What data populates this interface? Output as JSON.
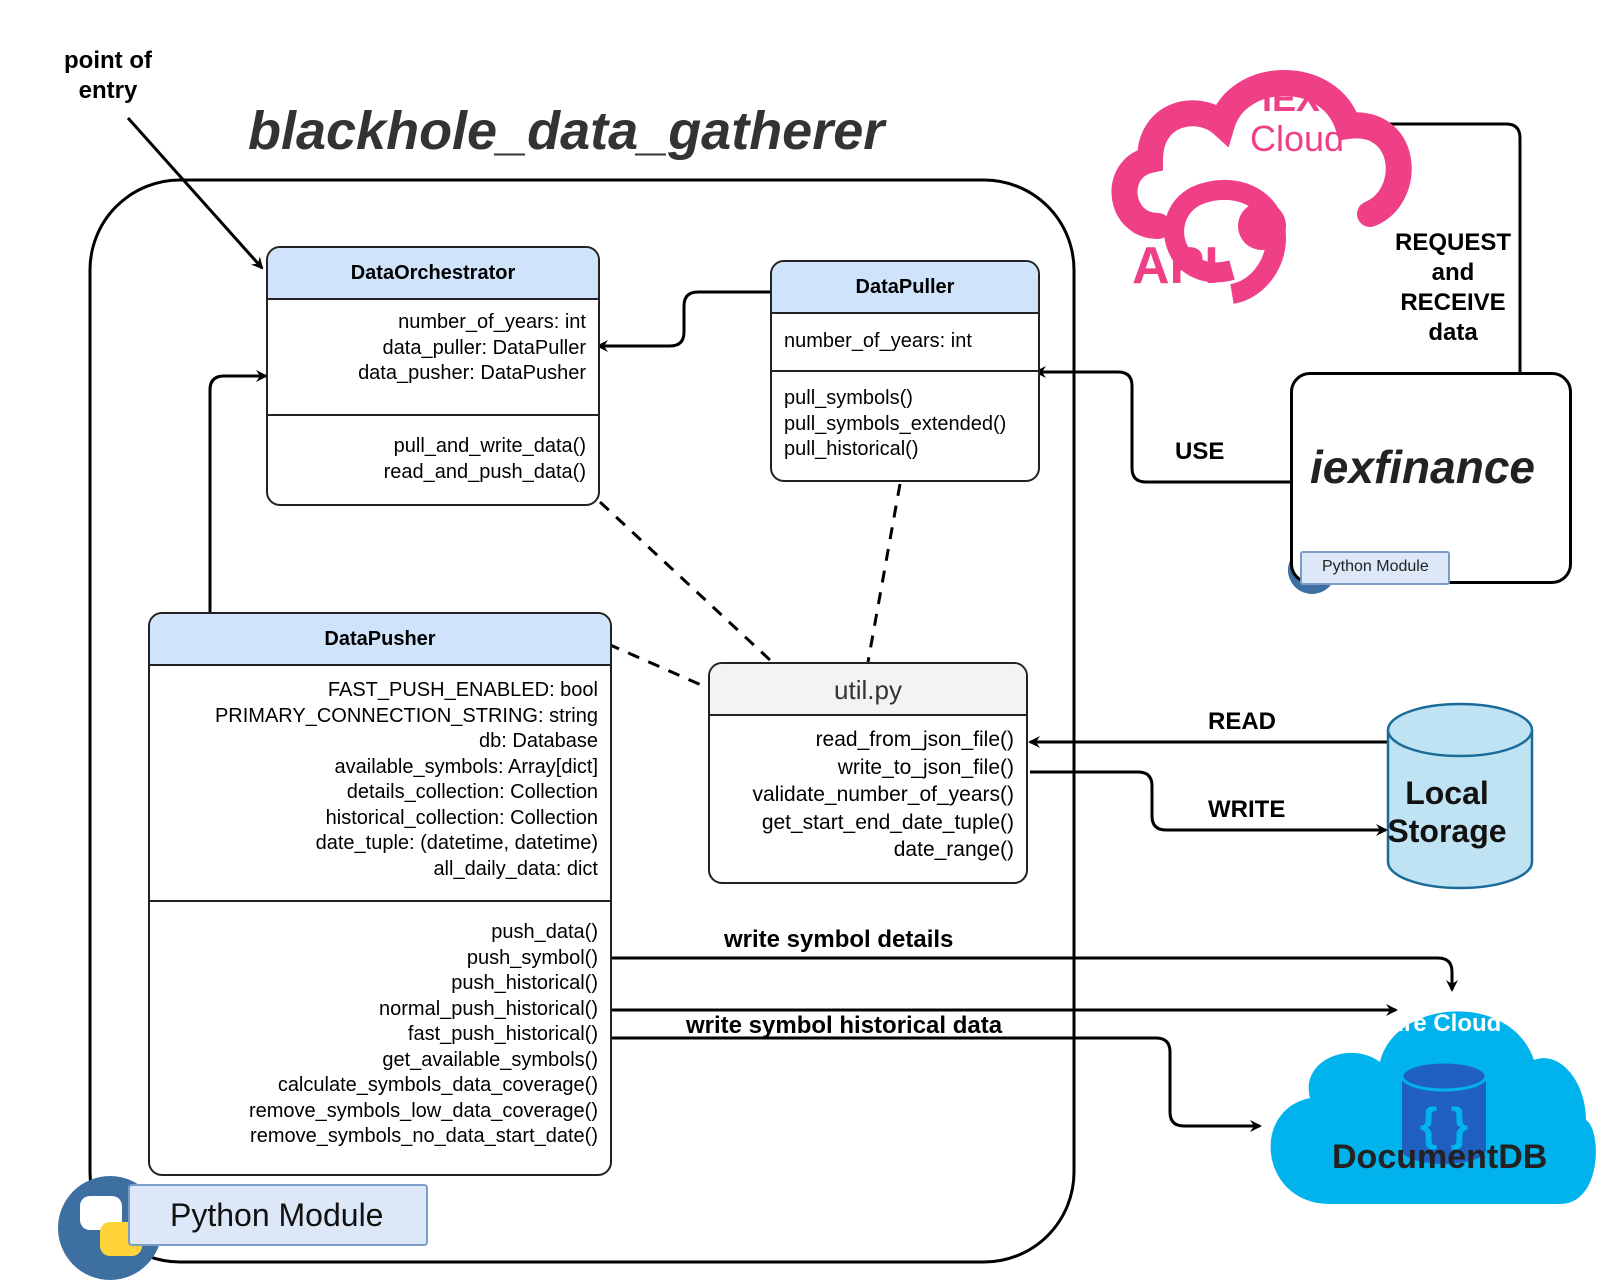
{
  "title": "blackhole_data_gatherer",
  "entry_label": "point of\nentry",
  "data_orchestrator": {
    "name": "DataOrchestrator",
    "attributes": [
      "number_of_years: int",
      "data_puller: DataPuller",
      "data_pusher: DataPusher"
    ],
    "methods": [
      "pull_and_write_data()",
      "read_and_push_data()"
    ]
  },
  "data_puller": {
    "name": "DataPuller",
    "attributes": [
      "number_of_years: int"
    ],
    "methods": [
      "pull_symbols()",
      "pull_symbols_extended()",
      "pull_historical()"
    ]
  },
  "data_pusher": {
    "name": "DataPusher",
    "attributes": [
      "FAST_PUSH_ENABLED: bool",
      "PRIMARY_CONNECTION_STRING: string",
      "db: Database",
      "available_symbols: Array[dict]",
      "details_collection: Collection",
      "historical_collection: Collection",
      "date_tuple: (datetime, datetime)",
      "all_daily_data: dict"
    ],
    "methods": [
      "push_data()",
      "push_symbol()",
      "push_historical()",
      "normal_push_historical()",
      "fast_push_historical()",
      "get_available_symbols()",
      "calculate_symbols_data_coverage()",
      "remove_symbols_low_data_coverage()",
      "remove_symbols_no_data_start_date()"
    ]
  },
  "util": {
    "name": "util.py",
    "methods": [
      "read_from_json_file()",
      "write_to_json_file()",
      "validate_number_of_years()",
      "get_start_end_date_tuple()",
      "date_range()"
    ]
  },
  "iex_cloud": {
    "line1": "IEX",
    "line2": "Cloud",
    "api": "API"
  },
  "iexfinance": {
    "name": "iexfinance",
    "badge": "Python Module"
  },
  "python_module_badge": "Python Module",
  "local_storage": {
    "line1": "Local",
    "line2": "Storage"
  },
  "azure": {
    "line1": "Azure Cloud",
    "line2": "DocumentDB"
  },
  "labels": {
    "use": "USE",
    "read": "READ",
    "write": "WRITE",
    "request": "REQUEST",
    "and": "and",
    "receive": "RECEIVE",
    "data": "data",
    "write_details": "write symbol details",
    "write_historical": "write symbol historical data"
  },
  "colors": {
    "class_header": "#cfe4fb",
    "iex_pink": "#ef3f87",
    "azure_blue": "#00b3ec",
    "storage_fill": "#bfe3f2",
    "python_blue": "#3d6fa0",
    "python_yellow": "#ffd43b"
  }
}
